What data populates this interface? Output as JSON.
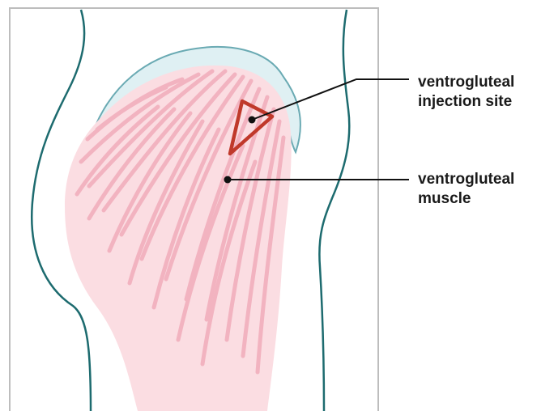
{
  "labels": {
    "injection_site": {
      "line1": "ventrogluteal",
      "line2": "injection site"
    },
    "muscle": {
      "line1": "ventrogluteal",
      "line2": "muscle"
    }
  },
  "colors": {
    "frame": "#bdbdbd",
    "body_outline": "#1d6b6f",
    "bone_fill": "#dff0f3",
    "bone_outline": "#6aaab3",
    "muscle_fill": "#fbdde2",
    "muscle_fibers": "#f2b3c0",
    "injection_marker": "#c0392b",
    "leader_line": "#111111"
  }
}
